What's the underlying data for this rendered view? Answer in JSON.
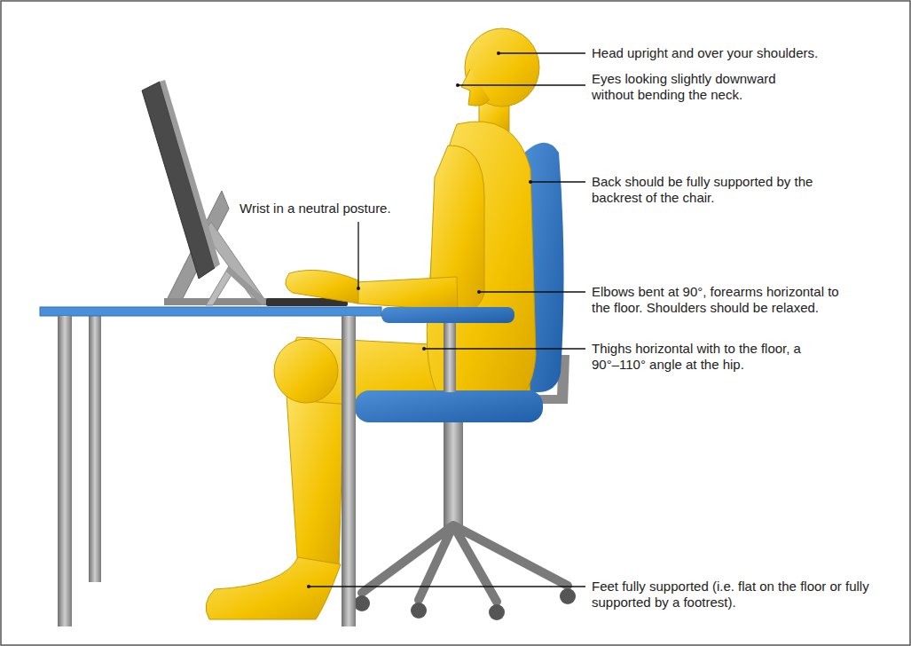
{
  "diagram": {
    "labels": [
      "Head upright and over your shoulders.",
      "Eyes looking slightly downward without bending the neck.",
      "Back should be fully supported by the backrest of the chair.",
      "Wrist in a neutral posture.",
      "Elbows bent at 90°, forearms horizontal to the floor. Shoulders should be relaxed.",
      "Thighs horizontal with to the floor, a 90°–110° angle at the hip.",
      "Feet fully supported (i.e. flat on the floor or fully supported by a footrest)."
    ]
  }
}
